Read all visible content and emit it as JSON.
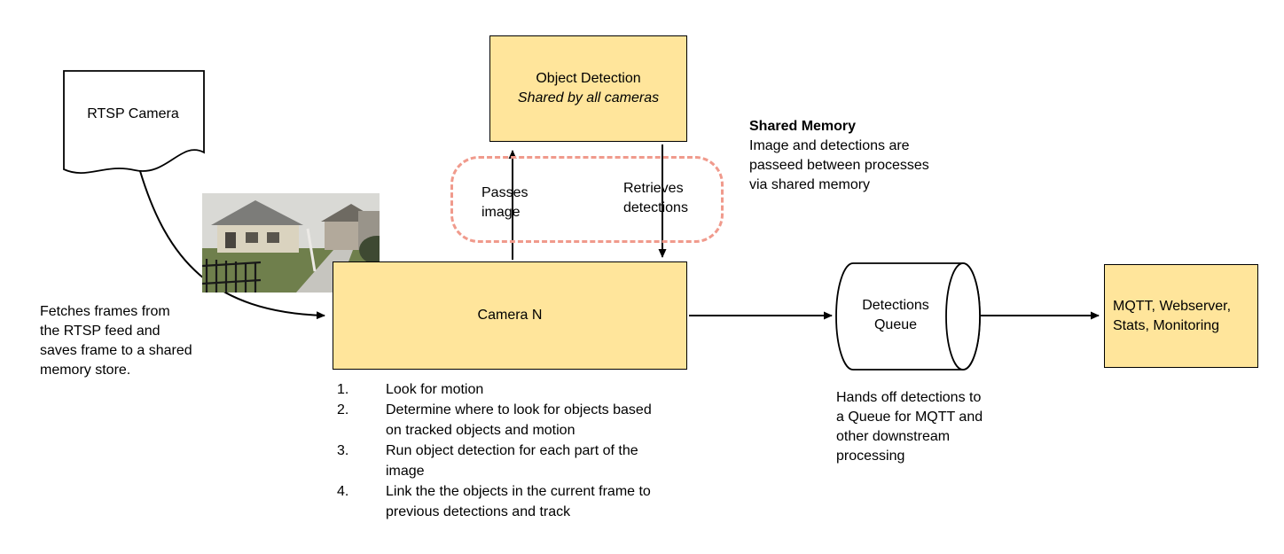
{
  "colors": {
    "node_fill": "#ffe59b",
    "node_border": "#000000",
    "shared_memory_dash": "#f09a8c",
    "arrow": "#000000"
  },
  "nodes": {
    "rtsp_camera": {
      "label": "RTSP Camera"
    },
    "object_detection": {
      "title": "Object Detection",
      "subtitle": "Shared by all cameras"
    },
    "camera_n": {
      "label": "Camera N"
    },
    "detections_queue": {
      "label": "Detections Queue"
    },
    "mqtt": {
      "label": "MQTT, Webserver, Stats, Monitoring"
    }
  },
  "annotations": {
    "fetch_note": "Fetches frames from the RTSP feed and saves frame to a shared memory store.",
    "passes_image": "Passes image",
    "retrieves_detections": "Retrieves detections",
    "shared_memory_title": "Shared Memory",
    "shared_memory_body": "Image and detections are passeed between processes via shared memory",
    "handoff_note": "Hands off detections to a Queue for MQTT and other downstream processing"
  },
  "camera_steps": [
    {
      "num": "1.",
      "text": "Look for motion"
    },
    {
      "num": "2.",
      "text": "Determine where to look for objects based on tracked objects and motion"
    },
    {
      "num": "3.",
      "text": "Run object detection for each part of the image"
    },
    {
      "num": "4.",
      "text": "Link the the objects in the current frame to previous detections and track"
    }
  ]
}
